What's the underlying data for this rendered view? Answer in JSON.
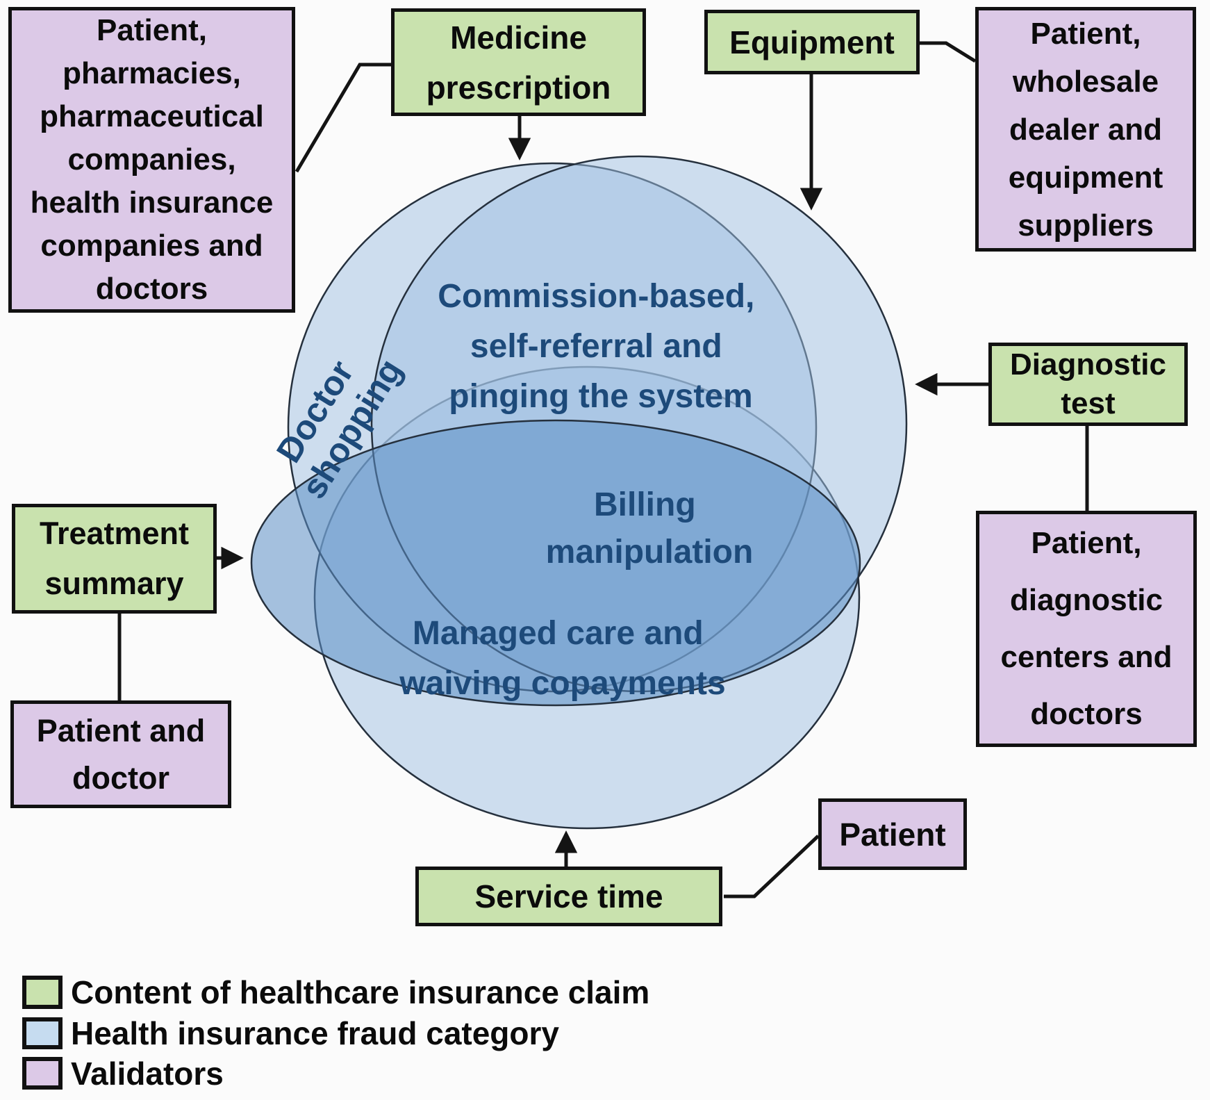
{
  "colors": {
    "claim_fill": "#c9e2ae",
    "validator_fill": "#dcc9e7",
    "fraud_light": "#9fbfe1",
    "fraud_dark": "#5d8fc7",
    "fraud_swatch": "#c6dcf0",
    "venn_text": "#1d4a7a",
    "venn_stroke": "#25303d",
    "box_border": "#111111",
    "connector": "#141414",
    "background": "#fbfbfb"
  },
  "claim_boxes": {
    "medicine": {
      "lines": [
        "Medicine",
        "prescription"
      ]
    },
    "equipment": {
      "lines": [
        "Equipment"
      ]
    },
    "diagnostic": {
      "lines": [
        "Diagnostic",
        "test"
      ]
    },
    "treatment": {
      "lines": [
        "Treatment",
        "summary"
      ]
    },
    "service": {
      "lines": [
        "Service time"
      ]
    }
  },
  "validator_boxes": {
    "top_left": {
      "lines": [
        "Patient,",
        "pharmacies,",
        "pharmaceutical",
        "companies,",
        "health insurance",
        "companies and",
        "doctors"
      ]
    },
    "top_right": {
      "lines": [
        "Patient,",
        "wholesale",
        "dealer and",
        "equipment",
        "suppliers"
      ]
    },
    "right": {
      "lines": [
        "Patient,",
        "diagnostic",
        "centers and",
        "doctors"
      ]
    },
    "left": {
      "lines": [
        "Patient and",
        "doctor"
      ]
    },
    "bottom_right": {
      "lines": [
        "Patient"
      ]
    }
  },
  "fraud_categories": {
    "doctor_shopping": {
      "lines": [
        "Doctor",
        "shopping"
      ]
    },
    "commission": {
      "lines": [
        "Commission-based,",
        "self-referral and",
        "pinging the system"
      ]
    },
    "billing": {
      "lines": [
        "Billing",
        "manipulation"
      ]
    },
    "managed_care": {
      "lines": [
        "Managed care and",
        "waiving copayments"
      ]
    }
  },
  "legend": {
    "items": [
      {
        "label": "Content of healthcare insurance claim"
      },
      {
        "label": "Health insurance fraud category"
      },
      {
        "label": "Validators"
      }
    ]
  }
}
